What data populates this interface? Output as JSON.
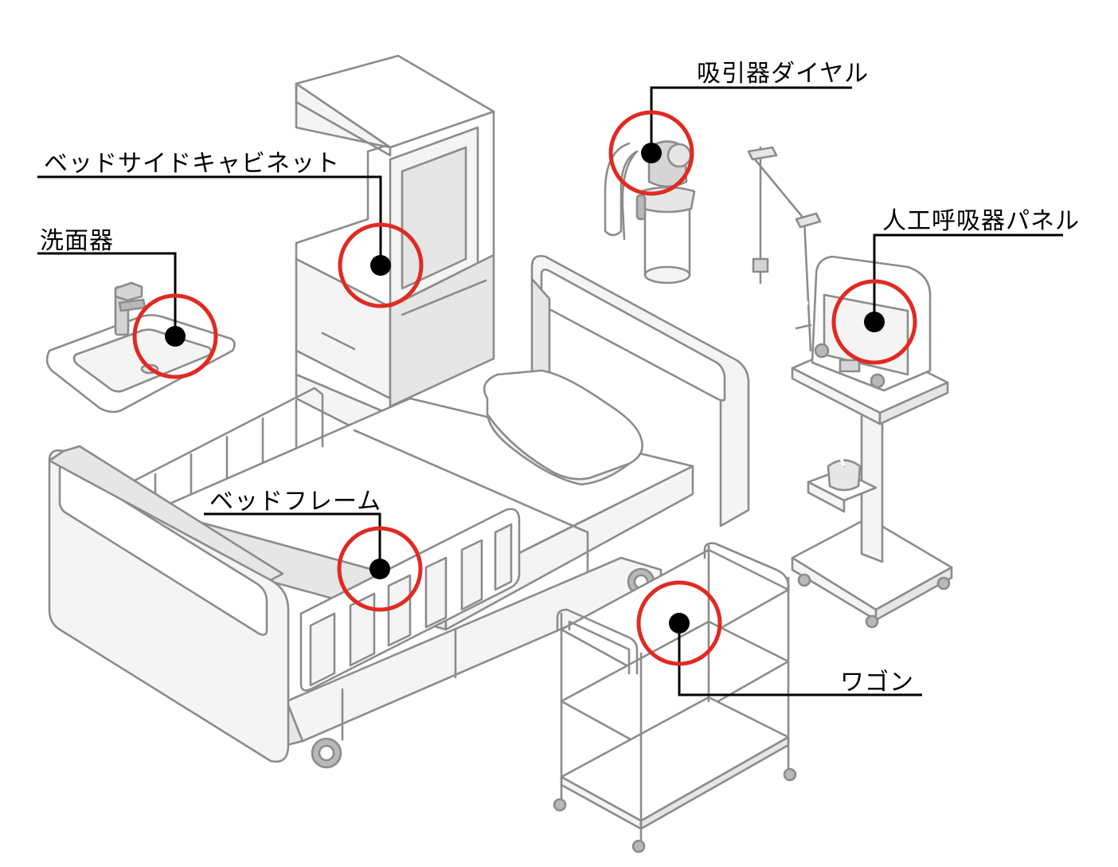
{
  "labels": {
    "sink": "洗面器",
    "cabinet": "ベッドサイドキャビネット",
    "suction_dial": "吸引器ダイヤル",
    "ventilator_panel": "人工呼吸器パネル",
    "bed_frame": "ベッドフレーム",
    "wagon": "ワゴン"
  },
  "colors": {
    "marker_ring": "#e02a22",
    "marker_dot": "#000000",
    "leader_line": "#000000",
    "illustration_stroke": "#8c8c8c"
  }
}
